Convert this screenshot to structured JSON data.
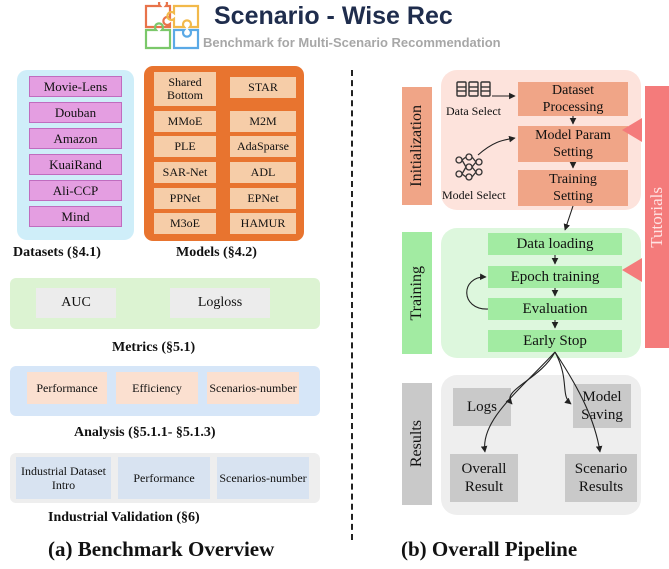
{
  "header": {
    "title": "Scenario - Wise Rec",
    "subtitle": "Benchmark for Multi-Scenario Recommendation"
  },
  "overview": {
    "datasets": [
      "Movie-Lens",
      "Douban",
      "Amazon",
      "KuaiRand",
      "Ali-CCP",
      "Mind"
    ],
    "datasets_caption": "Datasets (§4.1)",
    "models_left": [
      "Shared Bottom",
      "MMoE",
      "PLE",
      "SAR-Net",
      "PPNet",
      "M3oE"
    ],
    "models_right": [
      "STAR",
      "M2M",
      "AdaSparse",
      "ADL",
      "EPNet",
      "HAMUR"
    ],
    "models_caption": "Models (§4.2)",
    "metrics": [
      "AUC",
      "Logloss"
    ],
    "metrics_caption": "Metrics (§5.1)",
    "analysis": [
      "Performance",
      "Efficiency",
      "Scenarios-number"
    ],
    "analysis_caption": "Analysis (§5.1.1- §5.1.3)",
    "industrial": [
      "Industrial Dataset Intro",
      "Performance",
      "Scenarios-number"
    ],
    "industrial_caption": "Industrial Validation (§6)",
    "caption": "(a) Benchmark Overview"
  },
  "pipeline": {
    "initialization": {
      "label": "Initialization",
      "data_select": "Data Select",
      "model_select": "Model Select",
      "steps": [
        "Dataset Processing",
        "Model Param Setting",
        "Training Setting"
      ]
    },
    "training": {
      "label": "Training",
      "steps": [
        "Data loading",
        "Epoch training",
        "Evaluation",
        "Early Stop"
      ]
    },
    "results": {
      "label": "Results",
      "items": [
        "Logs",
        "Model Saving",
        "Overall Result",
        "Scenario Results"
      ]
    },
    "tutorials": "Tutorials",
    "caption": "(b) Overall Pipeline"
  },
  "colors": {
    "dataset_fill": "#e49ee1",
    "dataset_panel": "#cfeef9",
    "model_panel": "#e8742f",
    "model_fill": "#f6cda8",
    "metrics_panel": "#dcf3d2",
    "analysis_panel": "#d6e6f8",
    "init_panel": "#fde3dc",
    "init_step": "#f0a587",
    "train_panel": "#ddf7dd",
    "train_step": "#a2eba2",
    "results_panel": "#eeeeee",
    "results_step": "#c9c9c9",
    "tutorials": "#f47b7b"
  },
  "icons": [
    "puzzle-logo-icon",
    "database-icon",
    "neural-network-icon"
  ]
}
